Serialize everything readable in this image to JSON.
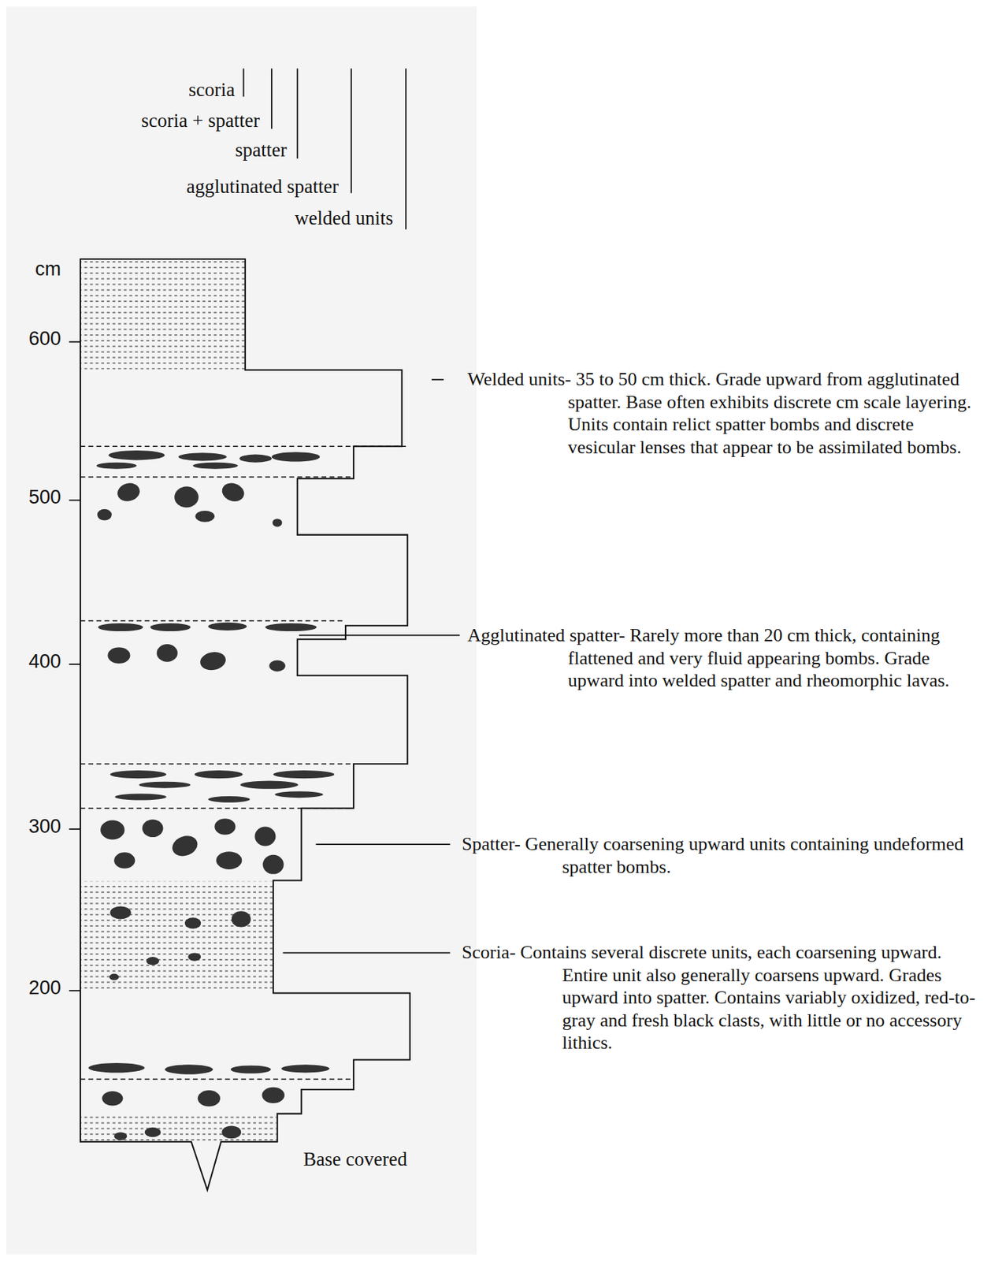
{
  "diagram": {
    "labels": [
      "scoria",
      "scoria + spatter",
      "spatter",
      "agglutinated spatter",
      "welded units",
      "cm",
      "600",
      "500",
      "400",
      "300",
      "200",
      "Welded units- 35 to 50 cm thick. Grade upward from agglutinated spatter. Base often exhibits discrete cm scale layering. Units contain relict spatter bombs and discrete vesicular lenses that appear to be assimilated bombs.",
      "Agglutinated spatter- Rarely more than 20 cm thick, containing flattened and very fluid appearing bombs. Grade upward into welded spatter and rheomorphic lavas.",
      "Spatter- Generally coarsening upward units containing undeformed spatter bombs.",
      "Scoria- Contains several discrete units, each coarsening upward. Entire unit also generally coarsens upward. Grades upward into spatter. Contains variably oxidized, red-to-gray and fresh black clasts, with little or no accessory lithics.",
      "Base covered"
    ]
  }
}
